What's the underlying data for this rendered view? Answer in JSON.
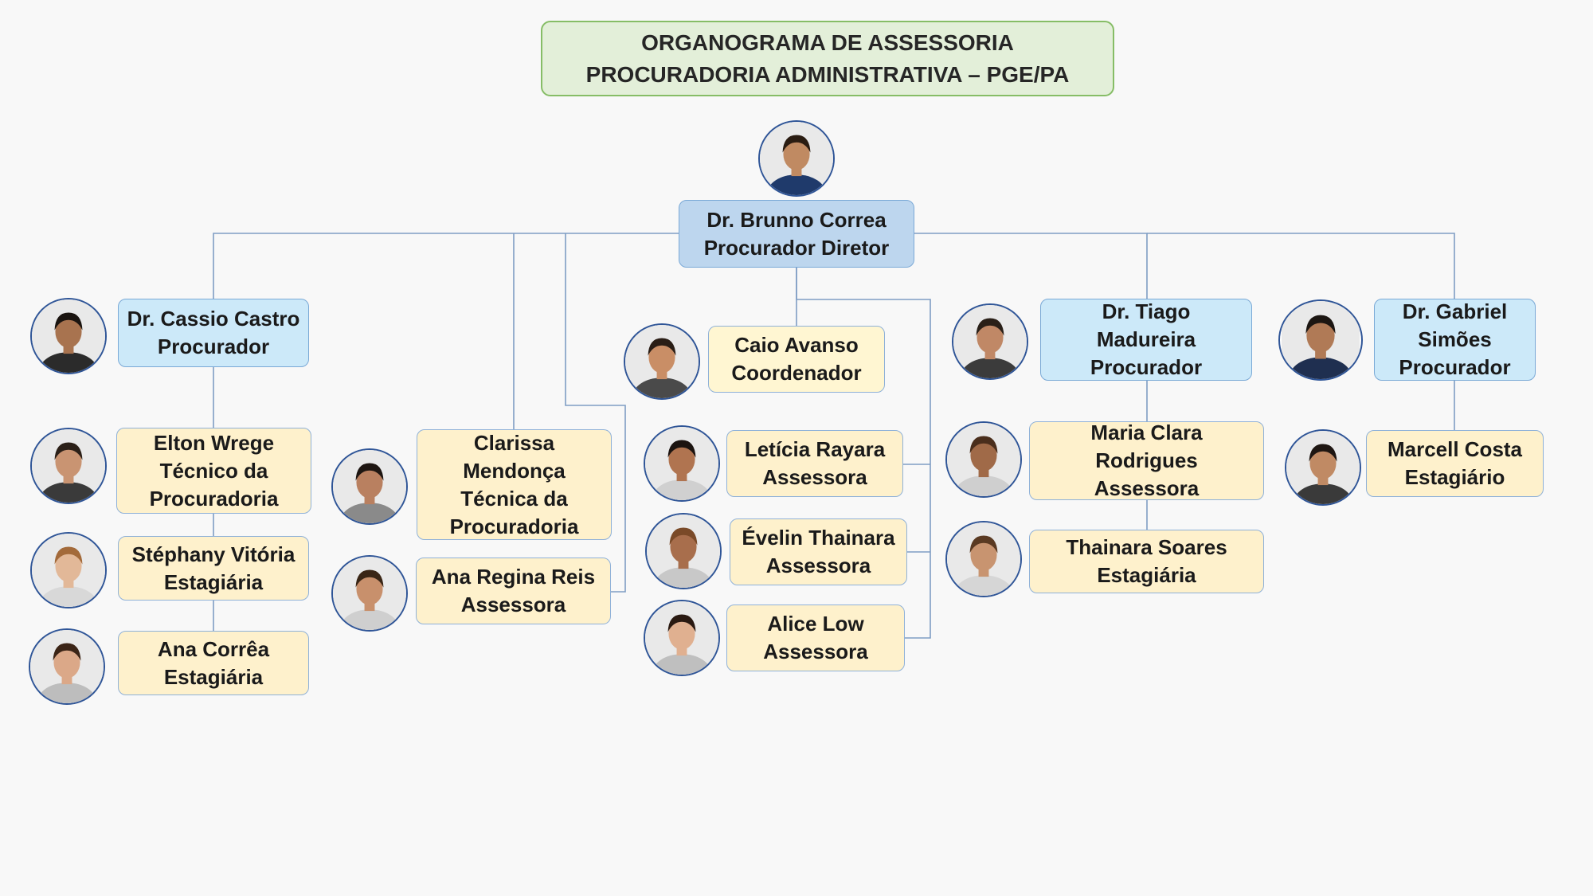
{
  "title": {
    "line1": "ORGANOGRAMA DE ASSESSORIA",
    "line2": "PROCURADORIA ADMINISTRATIVA – PGE/PA"
  },
  "colors": {
    "title_fill": "#e3efd9",
    "title_border": "#86bd66",
    "procurador_fill": "#cce9f9",
    "director_fill": "#bdd6ee",
    "staff_fill": "#fef1cc",
    "connector": "#7f9dc4",
    "avatar_border": "#2f5597"
  },
  "people": {
    "director": [
      "Dr. Brunno Correa",
      "Procurador Diretor"
    ],
    "cassio": [
      "Dr. Cassio Castro",
      "Procurador"
    ],
    "elton": [
      "Elton Wrege",
      "Técnico da",
      "Procuradoria"
    ],
    "stephany": [
      "Stéphany Vitória",
      "Estagiária"
    ],
    "ana_correa": [
      "Ana Corrêa",
      "Estagiária"
    ],
    "clarissa": [
      "Clarissa",
      "Mendonça",
      "Técnica da",
      "Procuradoria"
    ],
    "ana_regina": [
      "Ana Regina Reis",
      "Assessora"
    ],
    "caio": [
      "Caio Avanso",
      "Coordenador"
    ],
    "leticia": [
      "Letícia Rayara",
      "Assessora"
    ],
    "evelin": [
      "Évelin Thainara",
      "Assessora"
    ],
    "alice": [
      "Alice Low",
      "Assessora"
    ],
    "tiago": [
      "Dr. Tiago",
      "Madureira",
      "Procurador"
    ],
    "maria_clara": [
      "Maria Clara",
      "Rodrigues",
      "Assessora"
    ],
    "thainara": [
      "Thainara Soares",
      "Estagiária"
    ],
    "gabriel": [
      "Dr. Gabriel",
      "Simões",
      "Procurador"
    ],
    "marcell": [
      "Marcell Costa",
      "Estagiário"
    ]
  },
  "avatars": [
    {
      "id": "director",
      "icon": "person-photo-icon",
      "skin": "#c08a62",
      "hair": "#2a1c12",
      "shirt": "#1f3a6b"
    },
    {
      "id": "cassio",
      "icon": "person-photo-icon",
      "skin": "#a8734f",
      "hair": "#1a1410",
      "shirt": "#2b2b2b"
    },
    {
      "id": "elton",
      "icon": "person-photo-icon",
      "skin": "#c99472",
      "hair": "#2b2018",
      "shirt": "#3a3a3a"
    },
    {
      "id": "stephany",
      "icon": "person-photo-icon",
      "skin": "#e2b898",
      "hair": "#a36a3a",
      "shirt": "#d8d8d8"
    },
    {
      "id": "ana_correa",
      "icon": "person-photo-icon",
      "skin": "#dba888",
      "hair": "#3b2416",
      "shirt": "#bdbdbd"
    },
    {
      "id": "clarissa",
      "icon": "person-photo-icon",
      "skin": "#b98060",
      "hair": "#1e1612",
      "shirt": "#8a8a8a"
    },
    {
      "id": "ana_regina",
      "icon": "person-photo-icon",
      "skin": "#c8906c",
      "hair": "#3a2616",
      "shirt": "#cfcfcf"
    },
    {
      "id": "caio",
      "icon": "person-photo-icon",
      "skin": "#c98e66",
      "hair": "#2a1e16",
      "shirt": "#4a4a4a"
    },
    {
      "id": "leticia",
      "icon": "person-photo-icon",
      "skin": "#b07450",
      "hair": "#1c1410",
      "shirt": "#d0d0d0"
    },
    {
      "id": "evelin",
      "icon": "person-photo-icon",
      "skin": "#a86e4c",
      "hair": "#7a4a28",
      "shirt": "#c8c8c8"
    },
    {
      "id": "alice",
      "icon": "person-photo-icon",
      "skin": "#e0b090",
      "hair": "#2a1a12",
      "shirt": "#bfbfbf"
    },
    {
      "id": "tiago",
      "icon": "person-photo-icon",
      "skin": "#c08866",
      "hair": "#2a2018",
      "shirt": "#3b3b3b"
    },
    {
      "id": "maria_clara",
      "icon": "person-photo-icon",
      "skin": "#a06a48",
      "hair": "#4a2e1c",
      "shirt": "#cfcfcf"
    },
    {
      "id": "thainara",
      "icon": "person-photo-icon",
      "skin": "#c89470",
      "hair": "#5a3a22",
      "shirt": "#d6d6d6"
    },
    {
      "id": "gabriel",
      "icon": "person-photo-icon",
      "skin": "#b07a56",
      "hair": "#1c1612",
      "shirt": "#1f2f50"
    },
    {
      "id": "marcell",
      "icon": "person-photo-icon",
      "skin": "#c08a64",
      "hair": "#1e1612",
      "shirt": "#3a3a3a"
    }
  ]
}
